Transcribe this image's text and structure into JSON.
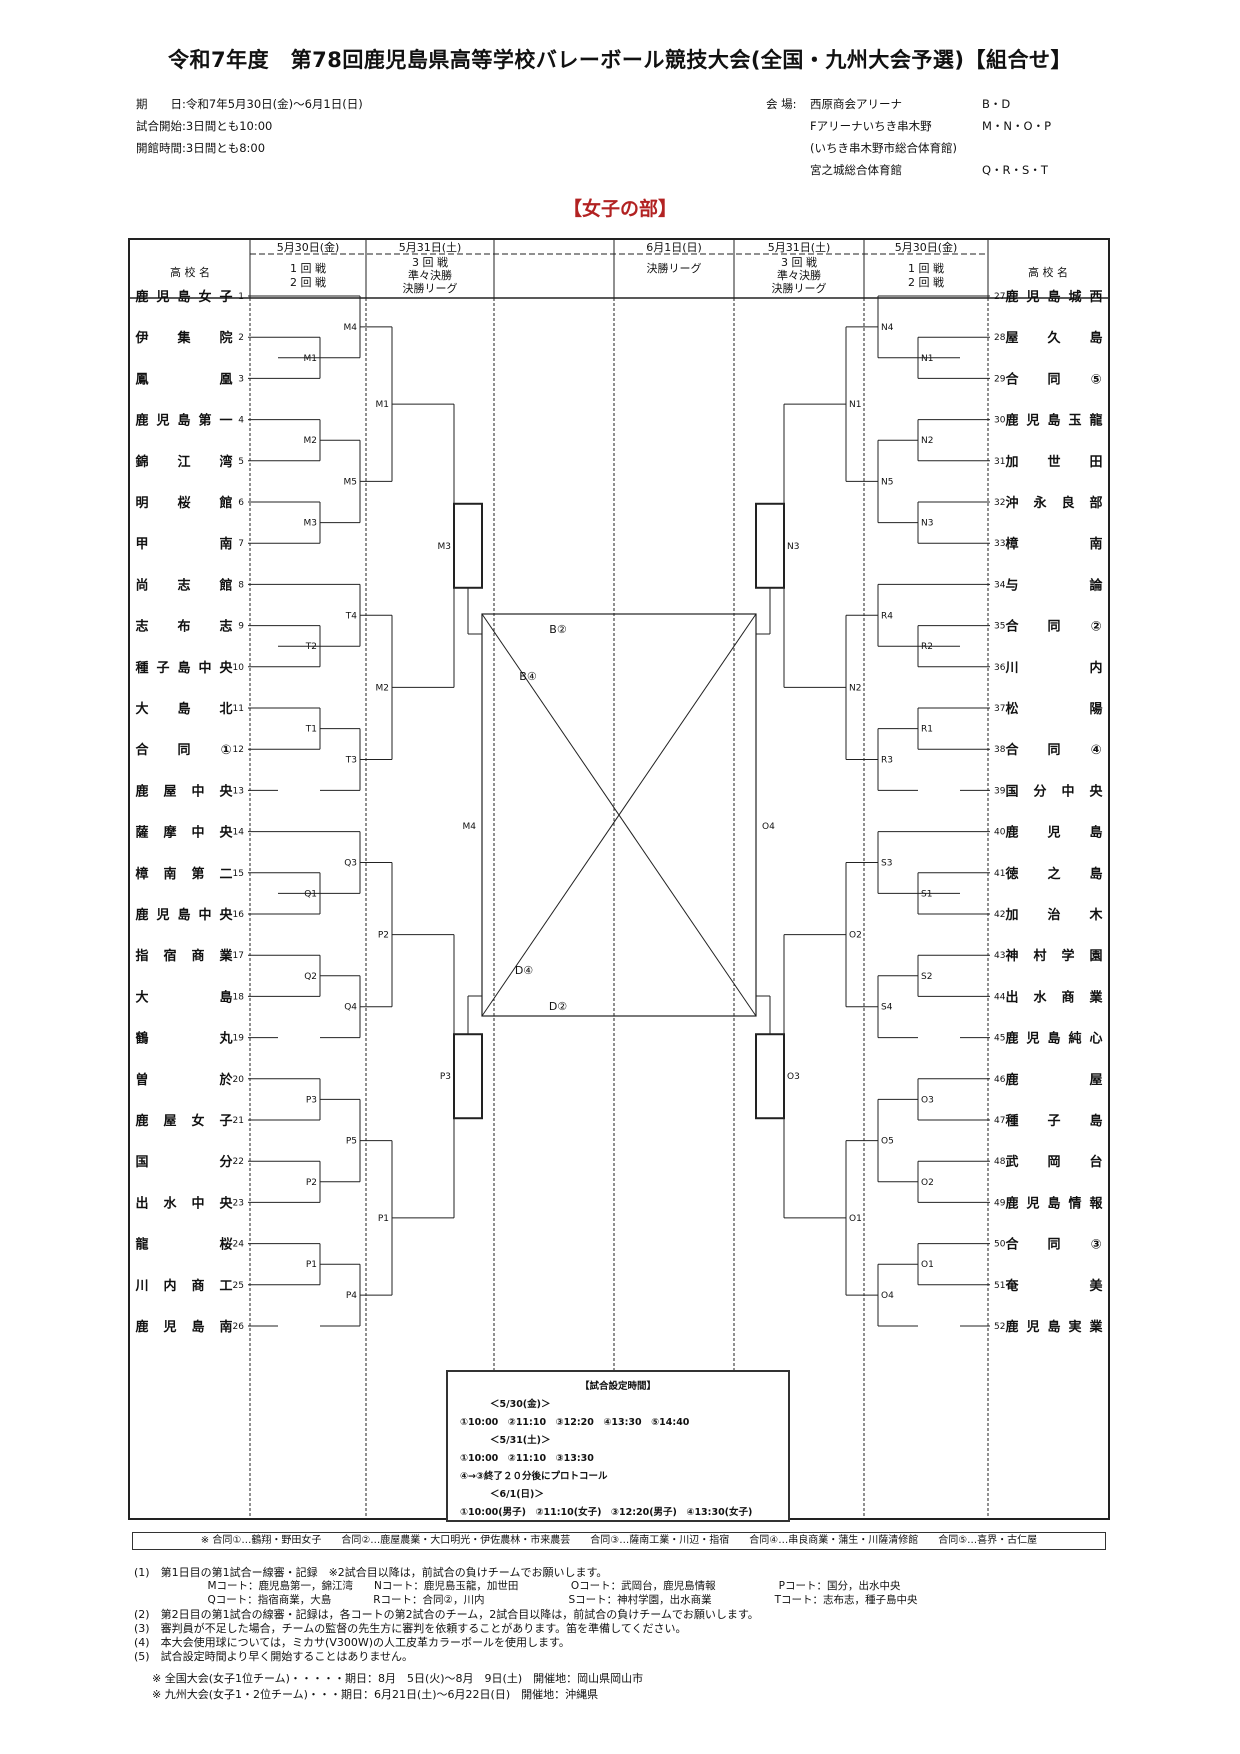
{
  "title": "令和7年度　第78回鹿児島県高等学校バレーボール競技大会(全国・九州大会予選)【組合せ】",
  "info_left": [
    "期　　日:令和7年5月30日(金)〜6月1日(日)",
    "試合開始:3日間とも10:00",
    "開館時間:3日間とも8:00"
  ],
  "venues_label": "会 場:",
  "venues": [
    {
      "name": "西原商会アリーナ",
      "courts": "B・D"
    },
    {
      "name": "Fアリーナいちき串木野",
      "courts": "M・N・O・P"
    },
    {
      "name": "(いちき串木野市総合体育館)",
      "courts": ""
    },
    {
      "name": "宮之城総合体育館",
      "courts": "Q・R・S・T"
    }
  ],
  "division": "【女子の部】",
  "header": {
    "school_label": "高 校 名",
    "left_col1_date": "5月30日(金)",
    "left_col1_rounds": [
      "1 回 戦",
      "2 回 戦"
    ],
    "left_col2_date": "5月31日(土)",
    "left_col2_rounds": [
      "3 回 戦",
      "準々決勝",
      "決勝リーグ"
    ],
    "center_date": "6月1日(日)",
    "center_round": "決勝リーグ",
    "right_col2_date": "5月31日(土)",
    "right_col2_rounds": [
      "3 回 戦",
      "準々決勝",
      "決勝リーグ"
    ],
    "right_col1_date": "5月30日(金)",
    "right_col1_rounds": [
      "1 回 戦",
      "2 回 戦"
    ]
  },
  "left_teams": [
    {
      "no": "1",
      "name": "鹿児島女子"
    },
    {
      "no": "2",
      "name": "伊集院"
    },
    {
      "no": "3",
      "name": "鳳凰"
    },
    {
      "no": "4",
      "name": "鹿児島第一"
    },
    {
      "no": "5",
      "name": "錦江湾"
    },
    {
      "no": "6",
      "name": "明桜館"
    },
    {
      "no": "7",
      "name": "甲南"
    },
    {
      "no": "8",
      "name": "尚志館"
    },
    {
      "no": "9",
      "name": "志布志"
    },
    {
      "no": "10",
      "name": "種子島中央"
    },
    {
      "no": "11",
      "name": "大島北"
    },
    {
      "no": "12",
      "name": "合同①"
    },
    {
      "no": "13",
      "name": "鹿屋中央"
    },
    {
      "no": "14",
      "name": "薩摩中央"
    },
    {
      "no": "15",
      "name": "樟南第二"
    },
    {
      "no": "16",
      "name": "鹿児島中央"
    },
    {
      "no": "17",
      "name": "指宿商業"
    },
    {
      "no": "18",
      "name": "大島"
    },
    {
      "no": "19",
      "name": "鶴丸"
    },
    {
      "no": "20",
      "name": "曽於"
    },
    {
      "no": "21",
      "name": "鹿屋女子"
    },
    {
      "no": "22",
      "name": "国分"
    },
    {
      "no": "23",
      "name": "出水中央"
    },
    {
      "no": "24",
      "name": "龍桜"
    },
    {
      "no": "25",
      "name": "川内商工"
    },
    {
      "no": "26",
      "name": "鹿児島南"
    }
  ],
  "right_teams": [
    {
      "no": "27",
      "name": "鹿児島城西"
    },
    {
      "no": "28",
      "name": "屋久島"
    },
    {
      "no": "29",
      "name": "合同⑤"
    },
    {
      "no": "30",
      "name": "鹿児島玉龍"
    },
    {
      "no": "31",
      "name": "加世田"
    },
    {
      "no": "32",
      "name": "沖永良部"
    },
    {
      "no": "33",
      "name": "樟南"
    },
    {
      "no": "34",
      "name": "与論"
    },
    {
      "no": "35",
      "name": "合同②"
    },
    {
      "no": "36",
      "name": "川内"
    },
    {
      "no": "37",
      "name": "松陽"
    },
    {
      "no": "38",
      "name": "合同④"
    },
    {
      "no": "39",
      "name": "国分中央"
    },
    {
      "no": "40",
      "name": "鹿児島"
    },
    {
      "no": "41",
      "name": "徳之島"
    },
    {
      "no": "42",
      "name": "加治木"
    },
    {
      "no": "43",
      "name": "神村学園"
    },
    {
      "no": "44",
      "name": "出水商業"
    },
    {
      "no": "45",
      "name": "鹿児島純心"
    },
    {
      "no": "46",
      "name": "鹿屋"
    },
    {
      "no": "47",
      "name": "種子島"
    },
    {
      "no": "48",
      "name": "武岡台"
    },
    {
      "no": "49",
      "name": "鹿児島情報"
    },
    {
      "no": "50",
      "name": "合同③"
    },
    {
      "no": "51",
      "name": "奄美"
    },
    {
      "no": "52",
      "name": "鹿児島実業"
    }
  ],
  "match_labels": {
    "left_r1": [
      "M1",
      "M2",
      "M3",
      "T2",
      "T1",
      "Q1",
      "Q2",
      "P3",
      "P2",
      "P1"
    ],
    "left_r2": [
      "M4",
      "M5",
      "T4",
      "T3",
      "Q3",
      "Q4",
      "P5",
      "P4"
    ],
    "left_r3": [
      "M1",
      "M2",
      "P2",
      "P1"
    ],
    "left_qf": [
      "M3",
      "P3"
    ],
    "right_r1": [
      "N1",
      "N2",
      "N3",
      "R2",
      "R1",
      "S1",
      "S2",
      "O3",
      "O2",
      "O1"
    ],
    "right_r2": [
      "N4",
      "N5",
      "R4",
      "R3",
      "S3",
      "S4",
      "O5",
      "O4"
    ],
    "right_r3": [
      "N1",
      "N2",
      "O2",
      "O1"
    ],
    "right_qf": [
      "N3",
      "O3"
    ],
    "final_left": "M4",
    "final_right": "O4",
    "final_marks": [
      "B②",
      "B④",
      "D④",
      "D②"
    ]
  },
  "schedule_box": {
    "title": "【試合設定時間】",
    "lines": [
      "＜5/30(金)＞",
      "①10:00　②11:10　③12:20　④13:30　⑤14:40",
      "＜5/31(土)＞",
      "①10:00　②11:10　③13:30",
      "④→③終了２０分後にプロトコール",
      "＜6/1(日)＞",
      "①10:00(男子)　②11:10(女子)　③12:20(男子)　④13:30(女子)"
    ]
  },
  "gouou_note": "※ 合同①…鶴翔・野田女子　　合同②…鹿屋農業・大口明光・伊佐農林・市来農芸　　合同③…薩南工業・川辺・指宿　　合同④…串良商業・蒲生・川薩清修館　　合同⑤…喜界・古仁屋",
  "notes": [
    "(1)　第1日目の第1試合ー線審・記録　※2試合目以降は，前試合の負けチームでお願いします。",
    "　　　　　　　Mコート：鹿児島第一，錦江湾　　Nコート：鹿児島玉龍，加世田　　　　　Oコート：武岡台，鹿児島情報　　　　　　Pコート：国分，出水中央",
    "　　　　　　　Qコート：指宿商業，大島　　　　Rコート：合同②，川内　　　　　　　　Sコート：神村学園，出水商業　　　　　　Tコート：志布志，種子島中央",
    "(2)　第2日目の第1試合の線審・記録は，各コートの第2試合のチーム，2試合目以降は，前試合の負けチームでお願いします。",
    "(3)　審判員が不足した場合，チームの監督の先生方に審判を依頼することがあります。笛を準備してください。",
    "(4)　本大会使用球については，ミカサ(V300W)の人工皮革カラーボールを使用します。",
    "(5)　試合設定時間より早く開始することはありません。"
  ],
  "footer_notes": [
    "※ 全国大会(女子1位チーム)・・・・・期日：8月　5日(火)〜8月　9日(土)　開催地：岡山県岡山市",
    "※ 九州大会(女子1・2位チーム)・・・期日：6月21日(土)〜6月22日(日)　開催地：沖縄県"
  ]
}
